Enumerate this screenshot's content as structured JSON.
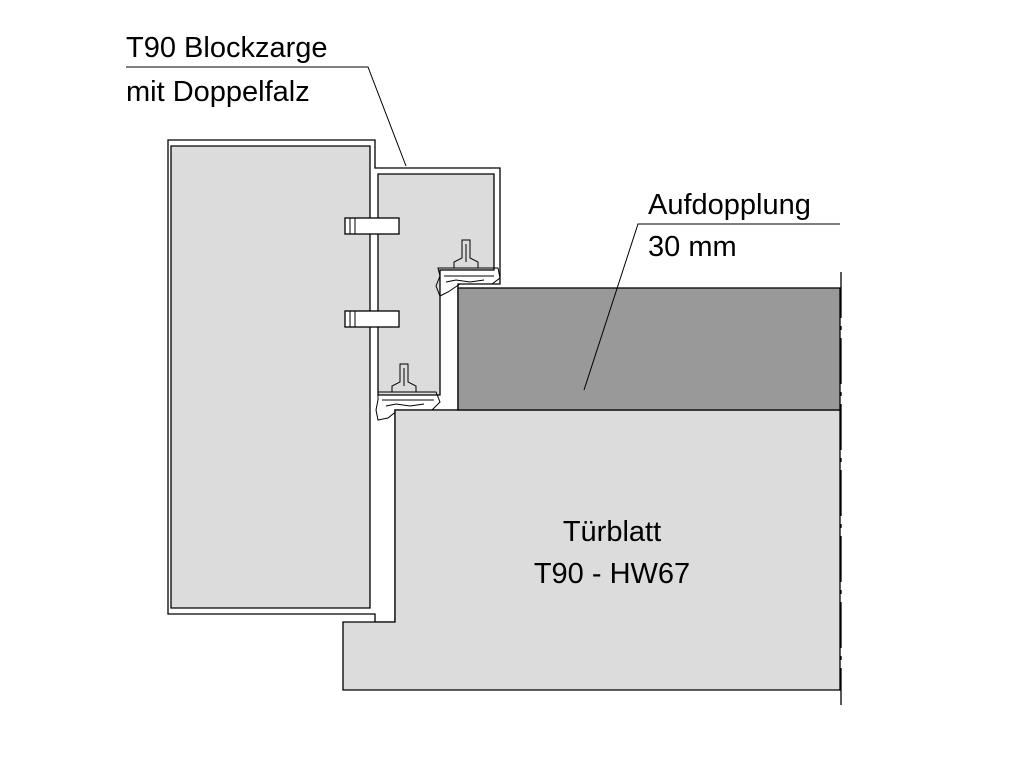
{
  "labels": {
    "frame_line1": "T90 Blockzarge",
    "frame_line2": "mit Doppelfalz",
    "aufdopplung_line1": "Aufdopplung",
    "aufdopplung_line2": "30 mm",
    "door_line1": "Türblatt",
    "door_line2": "T90 - HW67"
  },
  "colors": {
    "wall_fill": "#dcdcdc",
    "frame_fill": "#dcdcdc",
    "door_leaf_fill": "#dcdcdc",
    "aufdopplung_fill": "#999999",
    "line": "#000000",
    "background": "#ffffff"
  }
}
